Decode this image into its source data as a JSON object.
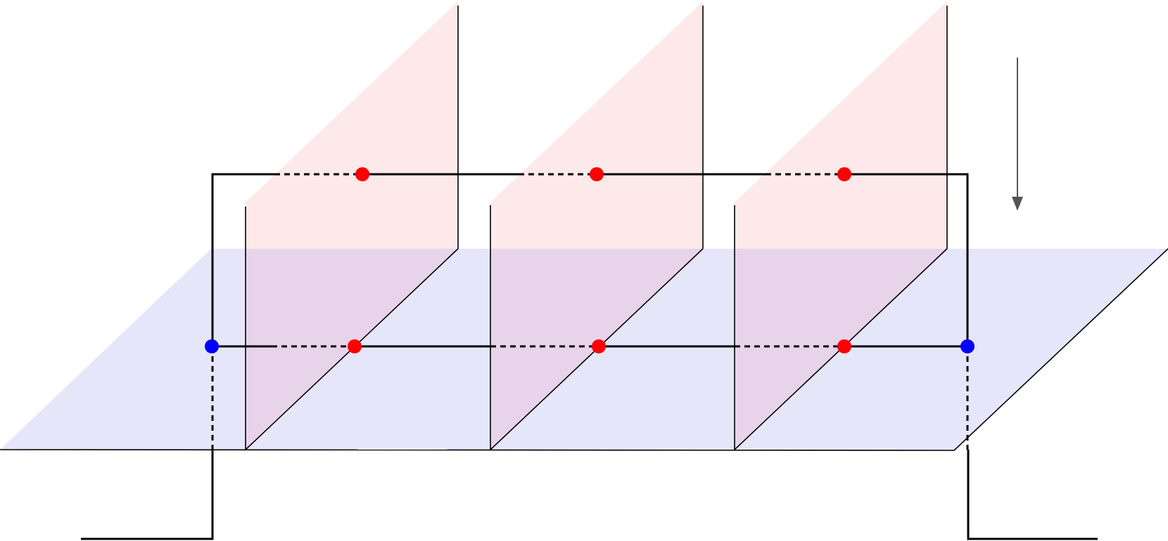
{
  "colors": {
    "background": "#ffffff",
    "horizontal_plane": "#e6e6fa",
    "vertical_plane": "#fde6e6",
    "overlap": "#e8d4ea",
    "line": "#000000",
    "red_dot": "#ff0000",
    "blue_dot": "#0000ff",
    "arrow": "#555555"
  },
  "counts": {
    "vertical_planes": 3,
    "red_points_on_upper_loop": 3,
    "red_points_on_lower_loop": 3,
    "blue_points": 2
  },
  "icons": {
    "direction_arrow": "down-arrow-icon"
  }
}
